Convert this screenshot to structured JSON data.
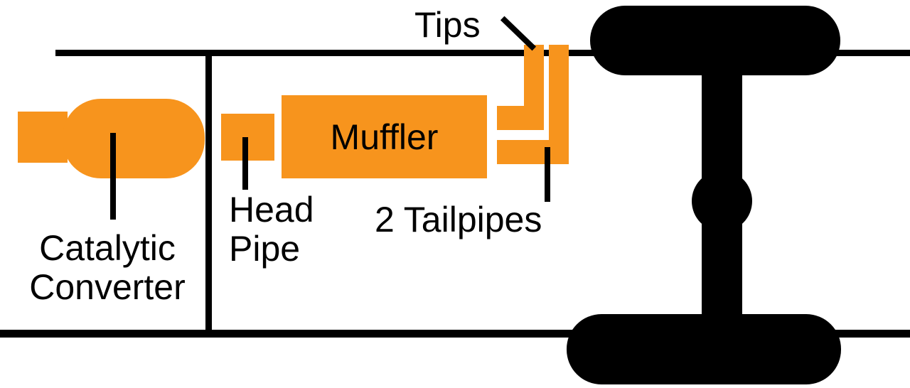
{
  "colors": {
    "part_orange": "#F7941D",
    "chassis_black": "#000000",
    "background": "#FFFFFF"
  },
  "labels": {
    "tips": "Tips",
    "muffler": "Muffler",
    "head_pipe": [
      "Head",
      "Pipe"
    ],
    "tailpipes": "2 Tailpipes",
    "catalytic_converter": [
      "Catalytic",
      "Converter"
    ]
  }
}
